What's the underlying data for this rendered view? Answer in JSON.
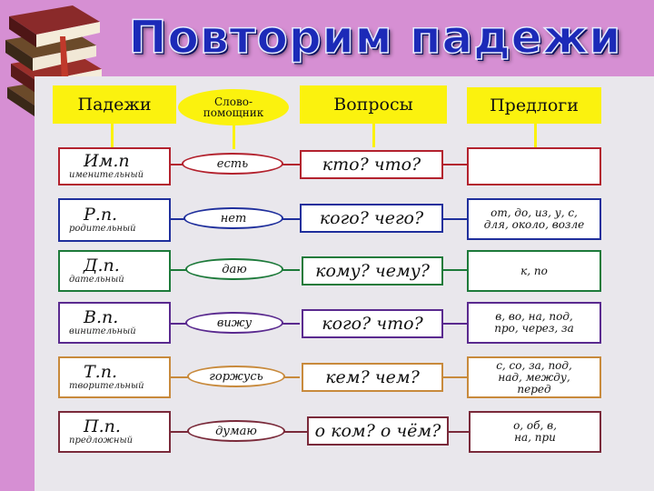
{
  "title": "Повторим падежи",
  "headers": {
    "cases": "Падежи",
    "helper_line1": "Слово-",
    "helper_line2": "помощник",
    "questions": "Вопросы",
    "prepositions": "Предлоги"
  },
  "rows": [
    {
      "abbr": "Им.п",
      "full": "именительный",
      "helper": "есть",
      "questions": "кто? что?",
      "prep_line1": "",
      "prep_line2": "",
      "prep_line3": "",
      "color": "#b3222e"
    },
    {
      "abbr": "Р.п.",
      "full": "родительный",
      "helper": "нет",
      "questions": "кого? чего?",
      "prep_line1": "от, до, из, у, с,",
      "prep_line2": "для, около, возле",
      "prep_line3": "",
      "color": "#1f2f9c"
    },
    {
      "abbr": "Д.п.",
      "full": "дательный",
      "helper": "даю",
      "questions": "кому? чему?",
      "prep_line1": "к, по",
      "prep_line2": "",
      "prep_line3": "",
      "color": "#1d7a3a"
    },
    {
      "abbr": "В.п.",
      "full": "винительный",
      "helper": "вижу",
      "questions": "кого? что?",
      "prep_line1": "в, во, на, под,",
      "prep_line2": "про, через, за",
      "prep_line3": "",
      "color": "#5a2a8f"
    },
    {
      "abbr": "Т.п.",
      "full": "творительный",
      "helper": "горжусь",
      "questions": "кем? чем?",
      "prep_line1": "с, со, за, под,",
      "prep_line2": "над, между,",
      "prep_line3": "перед",
      "color": "#c88a3c"
    },
    {
      "abbr": "П.п.",
      "full": "предложный",
      "helper": "думаю",
      "questions": "о ком? о чём?",
      "prep_line1": "о, об, в,",
      "prep_line2": "на, при",
      "prep_line3": "",
      "color": "#7a2a3a"
    }
  ],
  "colors": {
    "header": "#fbf20e",
    "title": "#1c2ab8",
    "background": "#d68fd3",
    "table": "#e9e7ec"
  },
  "icons": {
    "logo": "books-icon"
  }
}
